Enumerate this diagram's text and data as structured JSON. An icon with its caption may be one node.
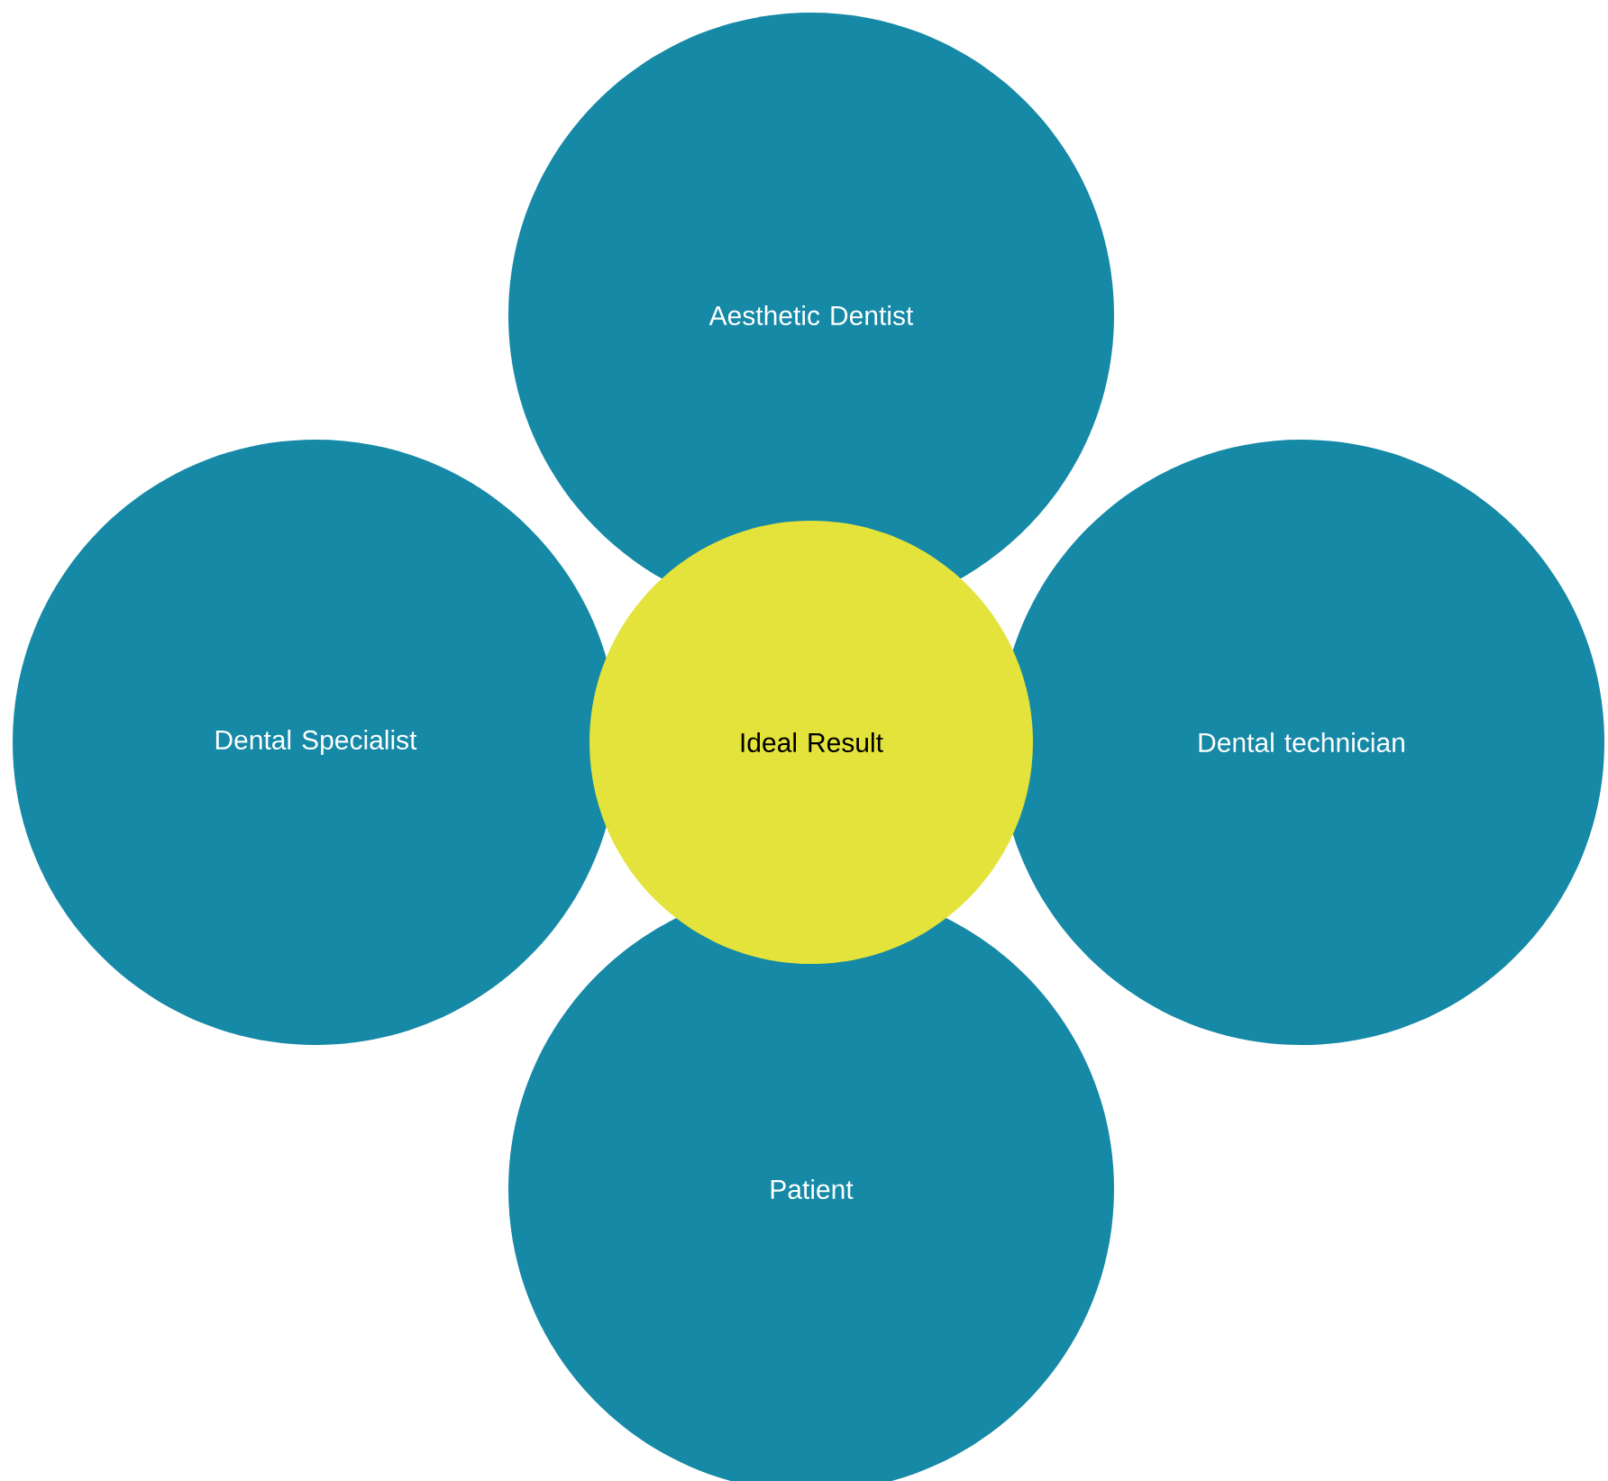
{
  "diagram": {
    "nodes": [
      {
        "text": [
          "Aesthetic Dentist"
        ]
      },
      {
        "text": [
          "Dental Specialist"
        ]
      },
      {
        "text": [
          "Ideal Result"
        ]
      },
      {
        "text": [
          "Dental technician"
        ]
      },
      {
        "text": [
          "Patient"
        ]
      }
    ]
  }
}
